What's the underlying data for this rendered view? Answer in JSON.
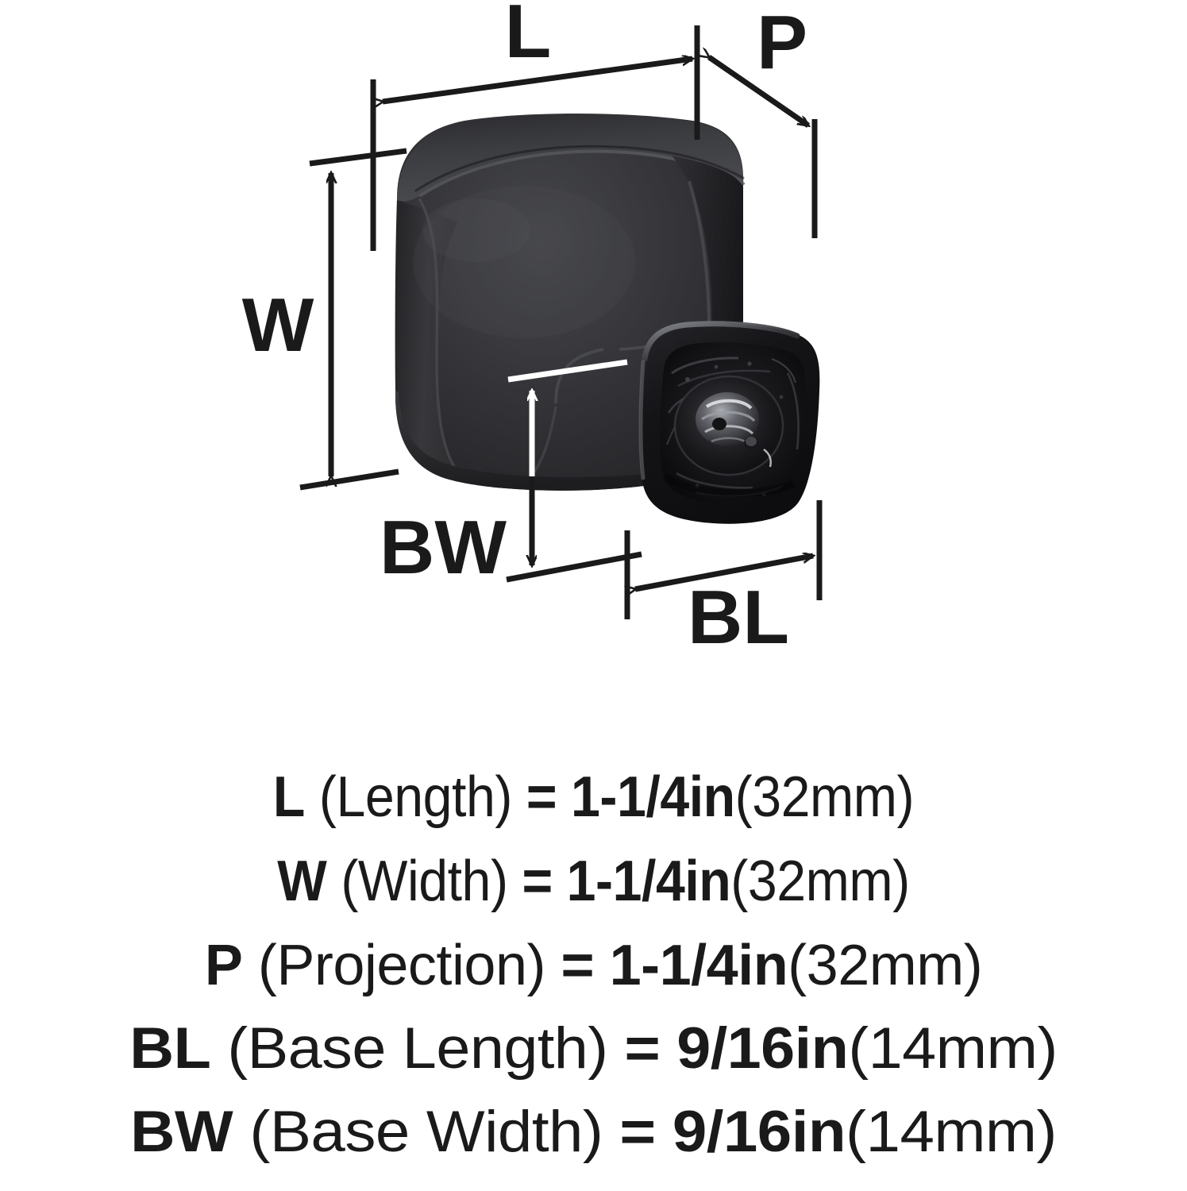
{
  "diagram": {
    "title": "cabinet knob dimension diagram",
    "product": "square black cabinet knob with square mounting base",
    "dimension_labels": {
      "L": "L",
      "W": "W",
      "P": "P",
      "BW": "BW",
      "BL": "BL"
    },
    "colors": {
      "line": "#1a1a1a",
      "white_line": "#ffffff",
      "background": "#ffffff",
      "knob_dark": "#27272a",
      "knob_mid": "#3a3a3d",
      "knob_light": "#4e4f53",
      "base_dark": "#121214"
    }
  },
  "legend": {
    "rows": [
      {
        "code": "L",
        "word": "(Length)",
        "eq": "=",
        "value": "1-1/4in",
        "metric": "(32mm)"
      },
      {
        "code": "W",
        "word": "(Width)",
        "eq": "=",
        "value": "1-1/4in",
        "metric": "(32mm)"
      },
      {
        "code": "P",
        "word": "(Projection)",
        "eq": "=",
        "value": "1-1/4in",
        "metric": "(32mm)"
      },
      {
        "code": "BL",
        "word": "(Base Length)",
        "eq": "=",
        "value": "9/16in",
        "metric": "(14mm)"
      },
      {
        "code": "BW",
        "word": "(Base Width)",
        "eq": "=",
        "value": "9/16in",
        "metric": "(14mm)"
      }
    ]
  }
}
